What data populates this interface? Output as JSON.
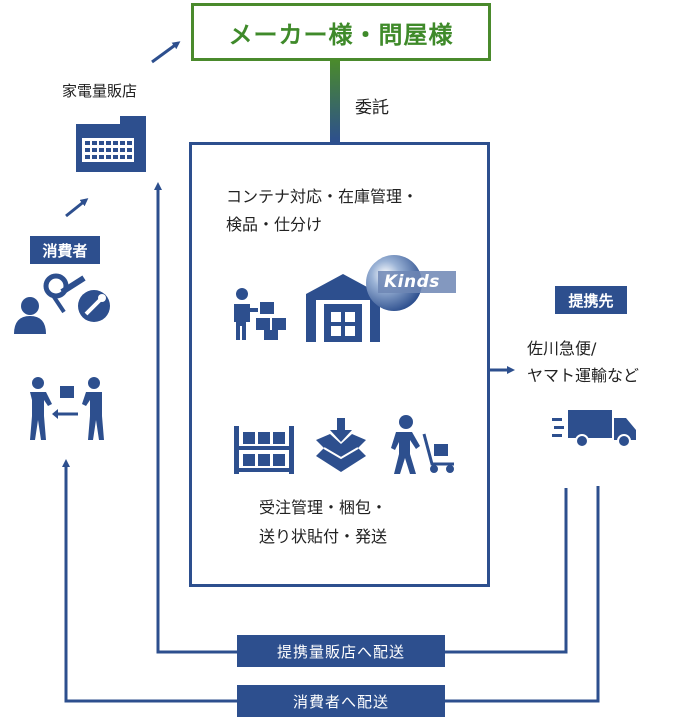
{
  "maker": {
    "label": "メーカー様・問屋様"
  },
  "consignment": {
    "label": "委託"
  },
  "center": {
    "top_text_line1": "コンテナ対応・在庫管理・",
    "top_text_line2": "検品・仕分け",
    "bottom_text_line1": "受注管理・梱包・",
    "bottom_text_line2": "送り状貼付・発送",
    "brand": "Kinds"
  },
  "left": {
    "store_label": "家電量販店",
    "consumer_tag": "消費者"
  },
  "right": {
    "partner_tag": "提携先",
    "carrier_line1": "佐川急便/",
    "carrier_line2": "ヤマト運輸など"
  },
  "routes": {
    "store_delivery": "提携量販店へ配送",
    "consumer_delivery": "消費者へ配送"
  },
  "colors": {
    "navy": "#2d4f8e",
    "green": "#4a8a2c"
  },
  "icons": [
    "worker-boxes-icon",
    "warehouse-icon",
    "kinds-logo-icon",
    "shelf-icon",
    "box-open-icon",
    "cart-worker-icon",
    "store-building-icon",
    "consumer-tools-icon",
    "handover-icon",
    "truck-icon"
  ]
}
